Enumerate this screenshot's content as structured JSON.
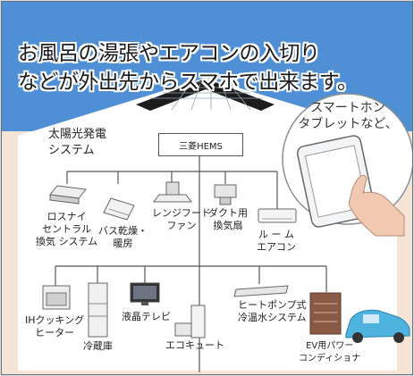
{
  "headline": {
    "line1": "お風呂の湯張やエアコンの入切り",
    "line2": "などが外出先からスマホで出来ます。"
  },
  "bubble": {
    "line1": "スマートホン",
    "line2": "タブレットなど、"
  },
  "solar": {
    "line1": "太陽光発電",
    "line2": "システム"
  },
  "hems": "三菱HEMS",
  "devices_row1": [
    {
      "lines": [
        "ロスナイ",
        "セントラル",
        "換気 システム"
      ]
    },
    {
      "lines": [
        "バス乾燥・",
        "暖房"
      ]
    },
    {
      "lines": [
        "レンジフード",
        "ファン"
      ]
    },
    {
      "lines": [
        "ダクト用",
        "換気扇"
      ]
    },
    {
      "lines": [
        "ル ー ム",
        "エアコン"
      ]
    }
  ],
  "devices_row2": [
    {
      "lines": [
        "IHクッキング",
        "ヒーター"
      ]
    },
    {
      "lines": [
        "冷蔵庫"
      ]
    },
    {
      "lines": [
        "液晶テレビ"
      ]
    },
    {
      "lines": [
        "エコキュート"
      ]
    },
    {
      "lines": [
        "ヒートポンプ式",
        "冷温水システム"
      ]
    },
    {
      "lines": [
        "EV用パワー",
        "コンディショナ"
      ]
    }
  ],
  "colors": {
    "sky": "#4f8fd6",
    "house": "#ffffff",
    "panel": "#1c1c1c",
    "line": "#555555",
    "conditioner": "#8a5a44",
    "car": "#4fb3e0"
  },
  "icons": [
    "smartphone-tablet-icon",
    "hand-icon",
    "ceiling-unit-icon",
    "bath-dryer-icon",
    "range-hood-icon",
    "duct-fan-icon",
    "air-conditioner-icon",
    "ih-cooker-icon",
    "refrigerator-icon",
    "tv-icon",
    "water-heater-icon",
    "heat-pump-icon",
    "power-conditioner-icon",
    "ev-car-icon"
  ]
}
